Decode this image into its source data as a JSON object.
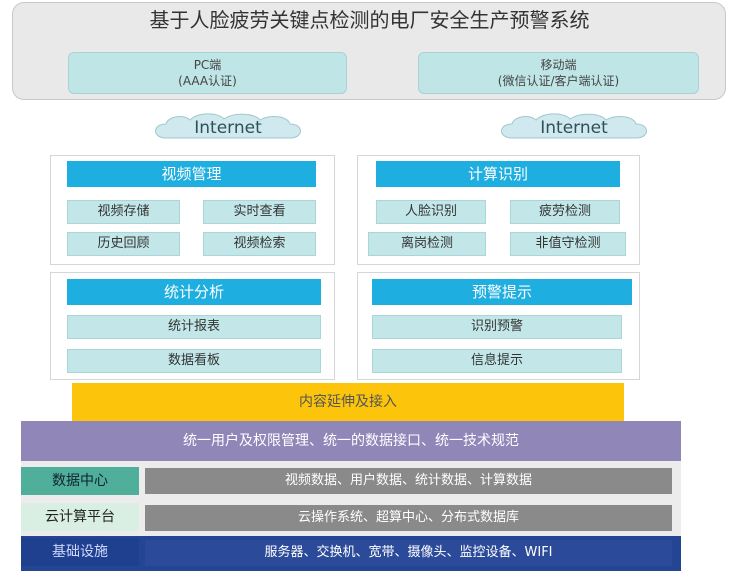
{
  "title": "基于人脸疲劳关键点检测的电厂安全生产预警系统",
  "clients": {
    "pc": {
      "name": "PC端",
      "auth": "(AAA认证)"
    },
    "mobile": {
      "name": "移动端",
      "auth": "(微信认证/客户端认证)"
    }
  },
  "network": {
    "left": "Internet",
    "right": "Internet"
  },
  "modules": {
    "video": {
      "title": "视频管理",
      "items": [
        "视频存储",
        "实时查看",
        "历史回顾",
        "视频检索"
      ]
    },
    "compute": {
      "title": "计算识别",
      "items": [
        "人脸识别",
        "疲劳检测",
        "离岗检测",
        "非值守检测"
      ]
    },
    "stats": {
      "title": "统计分析",
      "items": [
        "统计报表",
        "数据看板"
      ]
    },
    "alert": {
      "title": "预警提示",
      "items": [
        "识别预警",
        "信息提示"
      ]
    }
  },
  "access": "内容延伸及接入",
  "standards": "统一用户及权限管理、统一的数据接口、统一技术规范",
  "layers": {
    "data": {
      "label": "数据中心",
      "content": "视频数据、用户数据、统计数据、计算数据"
    },
    "cloud": {
      "label": "云计算平台",
      "content": "云操作系统、超算中心、分布式数据库"
    },
    "infra": {
      "label": "基础设施",
      "content": "服务器、交换机、宽带、摄像头、监控设备、WIFI"
    }
  },
  "colors": {
    "module_head": "#1eaee0",
    "sub_item": "#c3e7e8",
    "access": "#fcc40a",
    "standards": "#9086b8",
    "data_label": "#4faf9a",
    "infra": "#244593"
  }
}
